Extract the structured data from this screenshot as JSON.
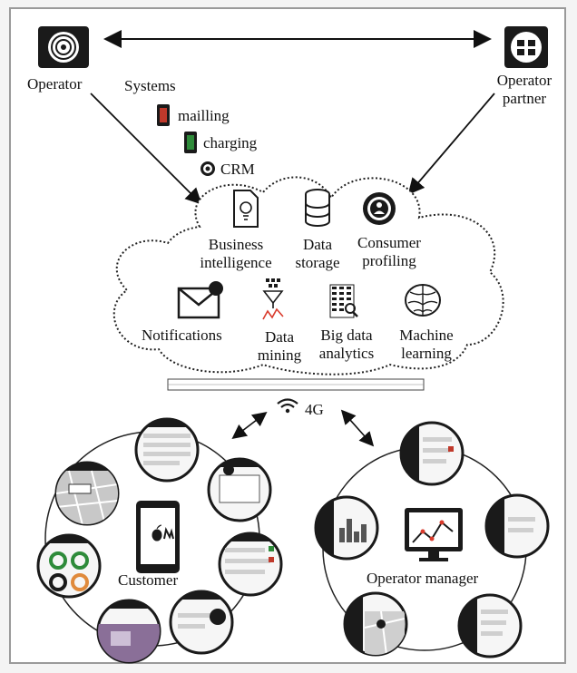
{
  "actors": {
    "operator": "Operator",
    "partner_line1": "Operator",
    "partner_line2": "partner"
  },
  "systems": {
    "title": "Systems",
    "items": [
      "mailling",
      "charging",
      "CRM"
    ]
  },
  "cloud": {
    "business_intelligence": [
      "Business",
      "intelligence"
    ],
    "data_storage": [
      "Data",
      "storage"
    ],
    "consumer_profiling": [
      "Consumer",
      "profiling"
    ],
    "notifications": "Notifications",
    "data_mining": [
      "Data",
      "mining"
    ],
    "big_data_analytics": [
      "Big data",
      "analytics"
    ],
    "machine_learning": [
      "Machine",
      "learning"
    ]
  },
  "network": "4G",
  "customer_label": "Customer",
  "manager_label": "Operator manager",
  "colors": {
    "frame": "#9a9a9a",
    "dark": "#1a1a1a",
    "mail_red": "#c0392b",
    "charging_green": "#2e8b3a",
    "chart_red": "#d93a2b"
  }
}
